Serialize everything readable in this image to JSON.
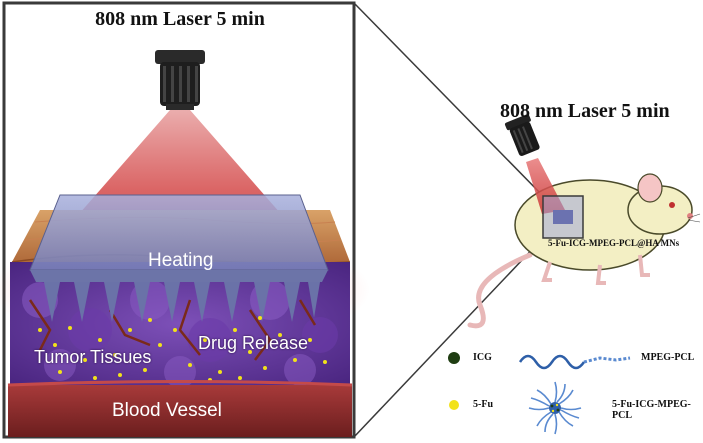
{
  "left_panel": {
    "title": "808 nm Laser 5 min",
    "heating_label": "Heating",
    "tumor_label": "Tumor Tissues",
    "drug_label": "Drug Release",
    "vessel_label": "Blood Vessel"
  },
  "right_panel": {
    "title": "808 nm Laser 5 min",
    "mouse_label": "5-Fu-ICG-MPEG-PCL@HA MNs"
  },
  "legend": {
    "icg_label": "ICG",
    "mpeg_label": "MPEG-PCL",
    "fu_label": "5-Fu",
    "micelle_label": "5-Fu-ICG-MPEG-PCL"
  },
  "colors": {
    "frame": "#3a3a3a",
    "laser_beam": "#e05a5a",
    "patch": "#8f98c8",
    "tumor": "#6a3da0",
    "vessel": "#8e2a2a",
    "drug_dot": "#f2e21a",
    "icg_dot": "#1f3d12",
    "mpeg_line": "#2e5fa8",
    "mouse_body": "#f3efc4"
  }
}
